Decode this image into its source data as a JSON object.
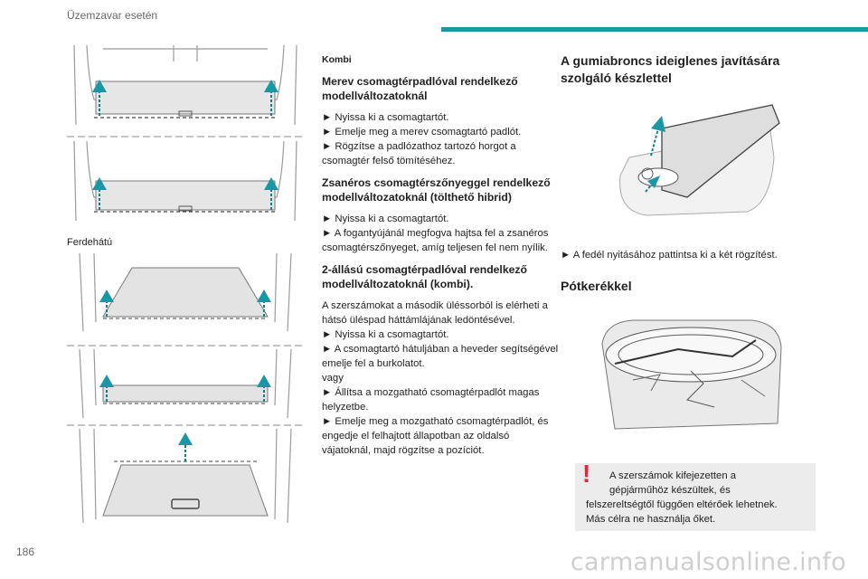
{
  "header": {
    "title": "Üzemzavar esetén",
    "accent_color": "#1a96a6"
  },
  "page_number": "186",
  "watermark": "carmanualsonline.info",
  "col1": {
    "label_fastback": "Ferdehátú"
  },
  "col2": {
    "subtitle": "Kombi",
    "h_rigid": "Merev csomagtérpadlóval rendelkező modellváltozatoknál",
    "rigid_lines": [
      "► Nyissa ki a csomagtartót.",
      "► Emelje meg a merev csomagtartó padlót.",
      "► Rögzítse a padlózathoz tartozó horgot a csomagtér felső tömítéséhez."
    ],
    "h_hinged": "Zsanéros csomagtérszőnyeggel rendelkező modellváltozatoknál (tölthető hibrid)",
    "hinged_lines": [
      "► Nyissa ki a csomagtartót.",
      "► A fogantyújánál megfogva hajtsa fel a zsanéros csomagtérszőnyeget, amíg teljesen fel nem nyílik."
    ],
    "h_twopos": "2-állású csomagtérpadlóval rendelkező modellváltozatoknál (kombi).",
    "twopos_lines": [
      "A szerszámokat a második üléssorból is elérheti a hátsó üléspad háttámlájának ledöntésével.",
      "► Nyissa ki a csomagtartót.",
      "► A csomagtartó hátuljában a heveder segítségével emelje fel a burkolatot.",
      "vagy",
      "► Állítsa a mozgatható csomagtérpadlót magas helyzetbe.",
      "► Emelje meg a mozgatható csomagtérpadlót, és engedje el felhajtott állapotban az oldalsó vájatoknál, majd rögzítse a pozíciót."
    ]
  },
  "col3": {
    "h_kit": "A gumiabroncs ideiglenes javítására szolgáló készlettel",
    "kit_line": "► A fedél nyitásához pattintsa ki a két rögzítést.",
    "h_spare": "Pótkerékkel",
    "note": {
      "line1": "A szerszámok kifejezetten a",
      "line2": "gépjárműhöz készültek, és",
      "line3": "felszereltségtől függően eltérőek lehetnek.",
      "line4": "Más célra ne használja őket."
    }
  }
}
